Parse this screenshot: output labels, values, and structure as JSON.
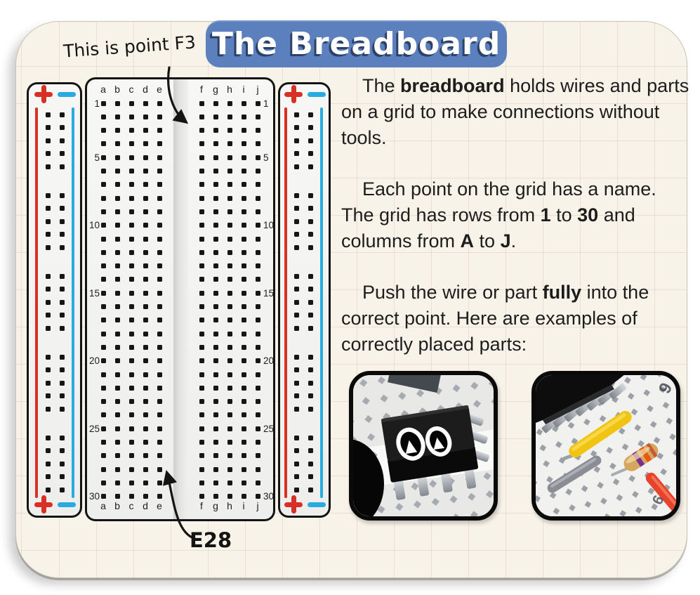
{
  "page": {
    "title": "The Breadboard",
    "banner_color": "#5b80bd",
    "card_bg": "#f8f3e9"
  },
  "annotations": {
    "f3": "This is point F3",
    "e28": "E28"
  },
  "breadboard": {
    "rows": 30,
    "left_columns": [
      "a",
      "b",
      "c",
      "d",
      "e"
    ],
    "right_columns": [
      "f",
      "g",
      "h",
      "i",
      "j"
    ],
    "numbered_rows": [
      1,
      5,
      10,
      15,
      20,
      25,
      30
    ],
    "rail": {
      "plus": "+",
      "minus": "−",
      "plus_color": "#d93025",
      "minus_color": "#29abe2"
    }
  },
  "paragraphs": [
    {
      "segments": [
        {
          "text": "The ",
          "bold": false
        },
        {
          "text": "breadboard",
          "bold": true
        },
        {
          "text": " holds wires and parts on a grid to make connections without tools.",
          "bold": false
        }
      ]
    },
    {
      "segments": [
        {
          "text": "Each point on the grid has a name. The grid has rows from ",
          "bold": false
        },
        {
          "text": "1",
          "bold": true
        },
        {
          "text": " to ",
          "bold": false
        },
        {
          "text": "30",
          "bold": true
        },
        {
          "text": " and columns from ",
          "bold": false
        },
        {
          "text": "A",
          "bold": true
        },
        {
          "text": " to ",
          "bold": false
        },
        {
          "text": "J",
          "bold": true
        },
        {
          "text": ".",
          "bold": false
        }
      ]
    },
    {
      "segments": [
        {
          "text": "Push the wire or part ",
          "bold": false
        },
        {
          "text": "fully",
          "bold": true
        },
        {
          "text": " into the correct point. Here are examples of correctly placed parts:",
          "bold": false
        }
      ]
    }
  ],
  "photos": {
    "photo2": {
      "printed_numbers": [
        "9",
        "6"
      ],
      "colors": {
        "yellow_wire": "#f2c412",
        "gray_wire": "#8a8d94",
        "red_wire": "#e8432b",
        "resistor_body": "#d4a75d",
        "resistor_band1": "#7a2f8f",
        "resistor_band2": "#e8560f"
      }
    }
  }
}
